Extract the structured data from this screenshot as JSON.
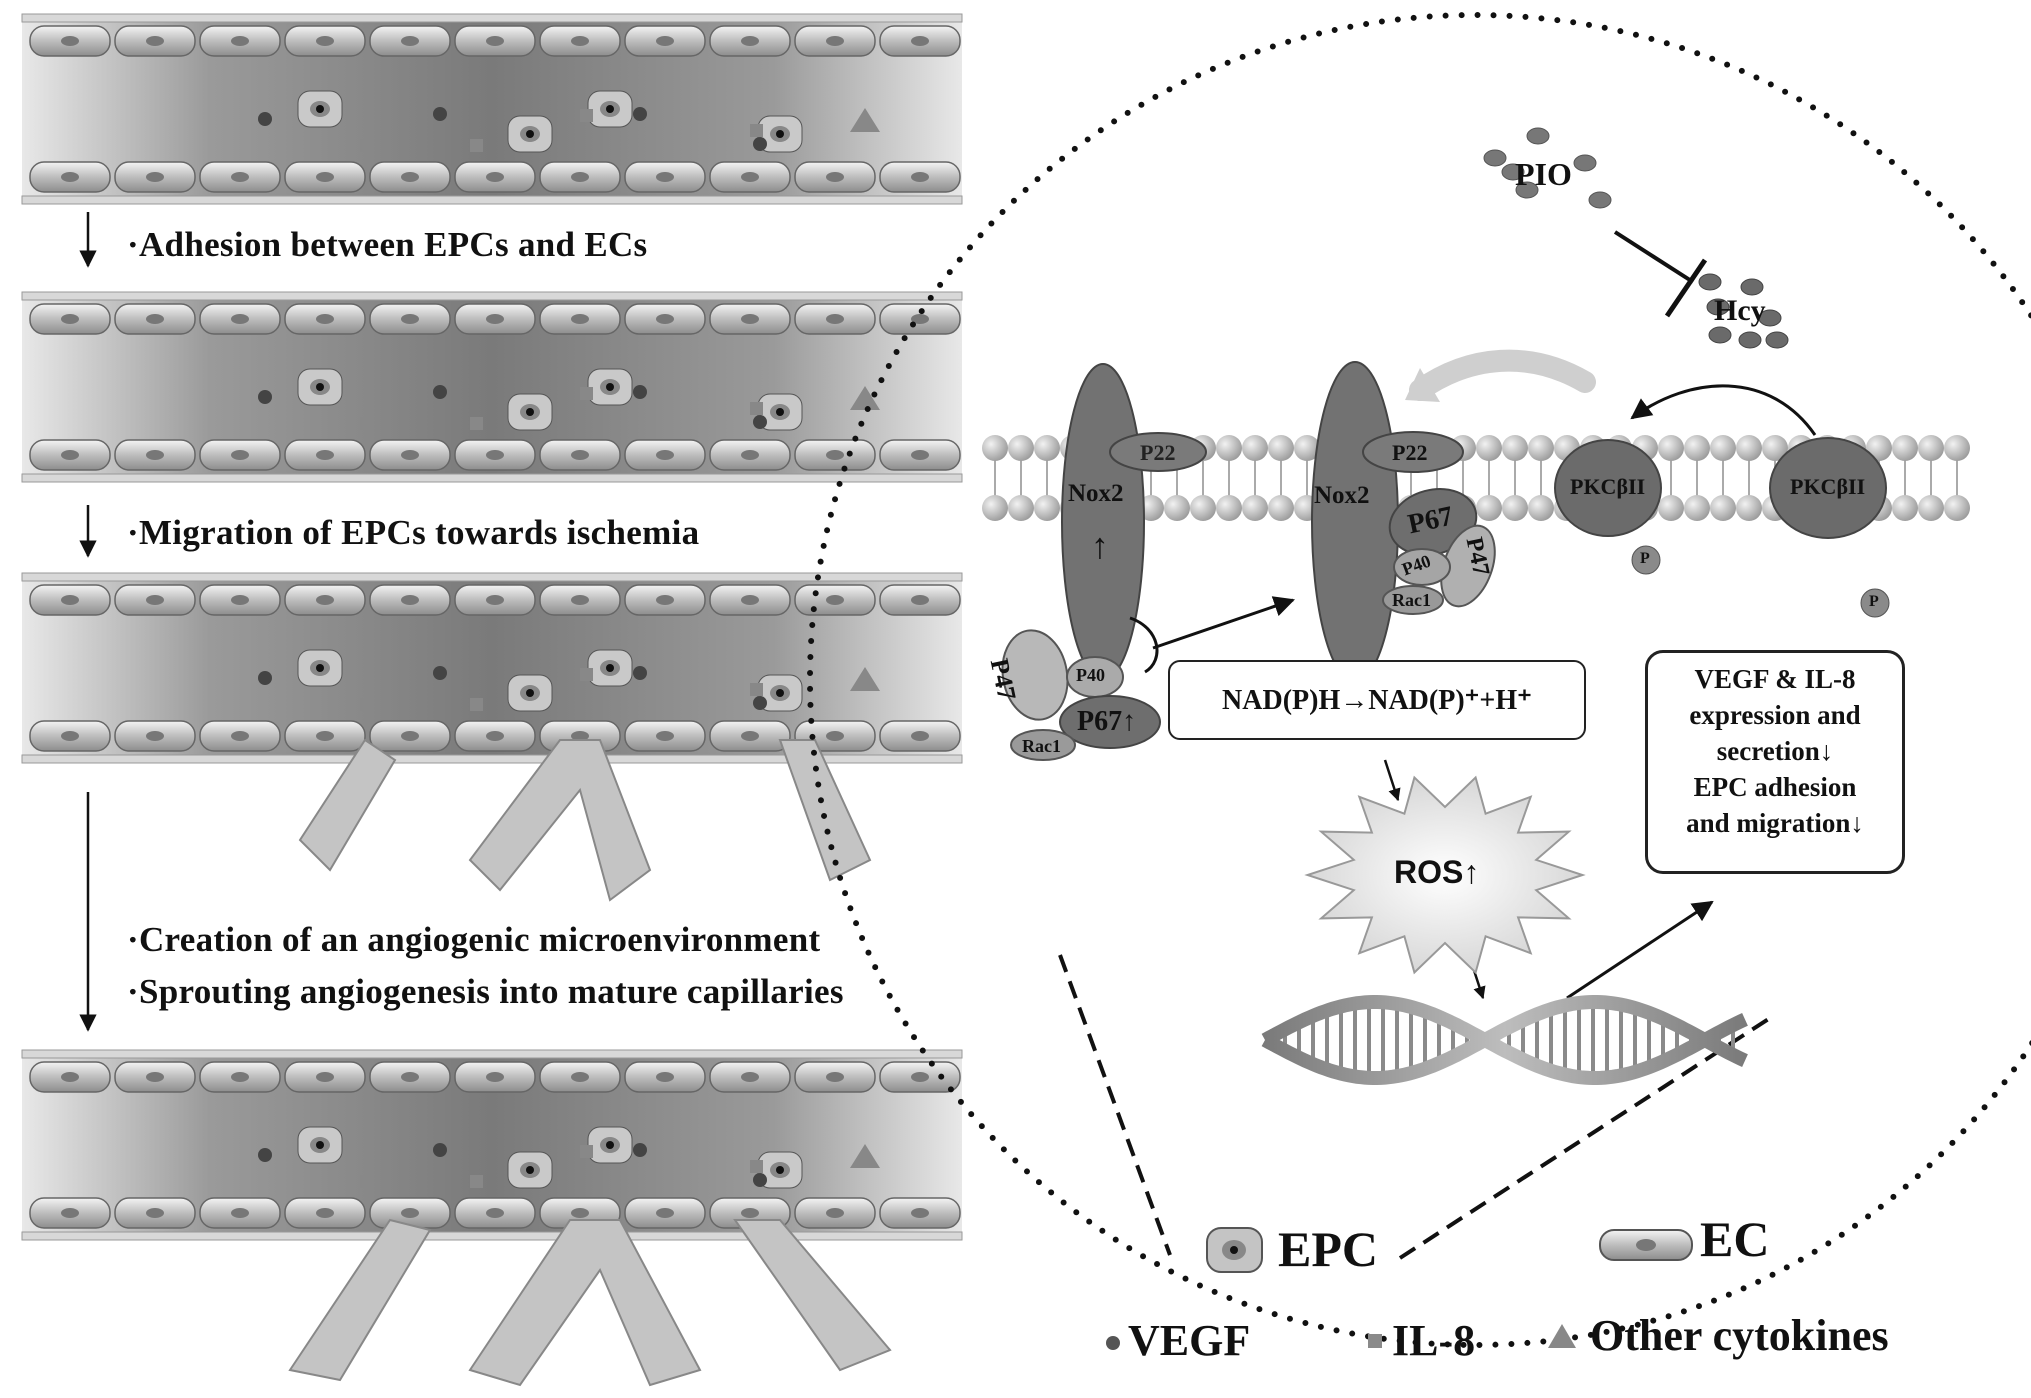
{
  "steps": {
    "step1": "·Adhesion between EPCs and ECs",
    "step2": "·Migration  of EPCs towards ischemia",
    "step3a": "·Creation of an angiogenic microenvironment",
    "step3b": "·Sprouting  angiogenesis into mature capillaries"
  },
  "mechanism": {
    "pio": "PIO",
    "hcy": "Hcy",
    "nox2": "Nox2",
    "p22": "P22",
    "p67": "P67",
    "p47": "P47",
    "p40": "P40",
    "rac1": "Rac1",
    "p67_up": "P67↑",
    "pkc": "PKCβII",
    "p": "P",
    "up_arrow": "↑",
    "nad_reaction": "NAD(P)H→NAD(P)⁺+H⁺",
    "ros": "ROS↑",
    "outcome_lines": [
      "VEGF & IL-8",
      "expression and",
      "secretion↓",
      "EPC adhesion",
      "and migration↓"
    ]
  },
  "legend": {
    "epc": "EPC",
    "ec": "EC",
    "vegf": "VEGF",
    "il8": "IL-8",
    "other": "Other cytokines"
  },
  "colors": {
    "vessel_dark": "#6e6e6e",
    "vessel_light": "#cfcfcf",
    "cell_fill": "#c9c9c9",
    "membrane_bead": "#bcbcbc",
    "protein_dark": "#666666",
    "protein_mid": "#8a8a8a",
    "protein_light": "#b5b5b5"
  }
}
